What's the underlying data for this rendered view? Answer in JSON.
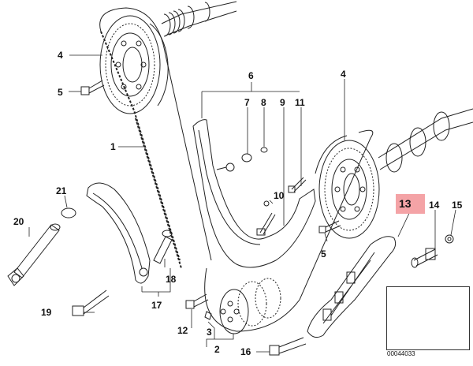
{
  "callouts": {
    "c1": "1",
    "c2": "2",
    "c3": "3",
    "c4a": "4",
    "c4b": "4",
    "c5a": "5",
    "c5b": "5",
    "c6": "6",
    "c7": "7",
    "c8": "8",
    "c9": "9",
    "c10": "10",
    "c11": "11",
    "c12": "12",
    "c13": "13",
    "c14": "14",
    "c15": "15",
    "c16": "16",
    "c17": "17",
    "c18": "18",
    "c19": "19",
    "c20": "20",
    "c21": "21"
  },
  "highlight_color": "#f4a3a6",
  "inset": {
    "code": "00044033"
  }
}
